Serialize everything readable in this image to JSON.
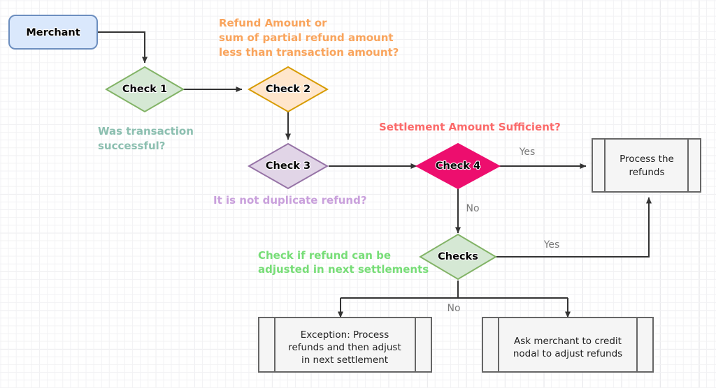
{
  "diagram": {
    "title": "Refund processing decision flowchart",
    "background": {
      "color": "#ffffff",
      "grid_minor": "#f2f2f4",
      "grid_major": "#e2e2e6"
    },
    "nodes": [
      {
        "id": "merchant",
        "label": "Merchant",
        "shape": "rounded-rectangle",
        "fill": "#dae8fc",
        "stroke": "#6c8ebf"
      },
      {
        "id": "check1",
        "label": "Check 1",
        "shape": "diamond",
        "fill": "#d5e8d4",
        "stroke": "#82b366"
      },
      {
        "id": "check2",
        "label": "Check 2",
        "shape": "diamond",
        "fill": "#ffe6cc",
        "stroke": "#d79b00"
      },
      {
        "id": "check3",
        "label": "Check 3",
        "shape": "diamond",
        "fill": "#e1d5e7",
        "stroke": "#9673a6"
      },
      {
        "id": "check4",
        "label": "Check 4",
        "shape": "diamond",
        "fill": "#ed0e6e",
        "stroke": "#ed0e6e"
      },
      {
        "id": "checks",
        "label": "Checks",
        "shape": "diamond",
        "fill": "#d5e8d4",
        "stroke": "#82b366"
      },
      {
        "id": "process",
        "label": "Process the\nrefunds",
        "shape": "predefined-process",
        "fill": "#f5f5f5",
        "stroke": "#666666"
      },
      {
        "id": "exception",
        "label": "Exception: Process\nrefunds and then adjust\nin next settlement",
        "shape": "predefined-process",
        "fill": "#f5f5f5",
        "stroke": "#666666"
      },
      {
        "id": "asknodal",
        "label": "Ask merchant to credit\nnodal to adjust refunds",
        "shape": "predefined-process",
        "fill": "#f5f5f5",
        "stroke": "#666666"
      }
    ],
    "node_labels": {
      "merchant": "Merchant",
      "check1": "Check 1",
      "check2": "Check 2",
      "check3": "Check 3",
      "check4": "Check 4",
      "checks": "Checks",
      "process_line1": "Process the",
      "process_line2": "refunds",
      "exception_line1": "Exception: Process",
      "exception_line2": "refunds and then adjust",
      "exception_line3": "in next settlement",
      "asknodal_line1": "Ask merchant to credit",
      "asknodal_line2": "nodal to adjust refunds"
    },
    "annotations": [
      {
        "id": "check2-note",
        "color": "#f9a45c",
        "lines": [
          "Refund Amount or",
          "sum of partial refund amount",
          "less than transaction amount?"
        ]
      },
      {
        "id": "check1-note",
        "color": "#8cbfb0",
        "lines": [
          "Was transaction",
          "successful?"
        ]
      },
      {
        "id": "check3-note",
        "color": "#c9a0dc",
        "lines": [
          "It is not duplicate refund?"
        ]
      },
      {
        "id": "check4-note",
        "color": "#fb6a6a",
        "lines": [
          "Settlement Amount Sufficient?"
        ]
      },
      {
        "id": "checks-note",
        "color": "#77dd77",
        "lines": [
          "Check if refund can be",
          "adjusted in next settlements"
        ]
      }
    ],
    "annotation_text": {
      "check2_l1": "Refund Amount or",
      "check2_l2": "sum of partial refund amount",
      "check2_l3": "less than transaction amount?",
      "check1_l1": "Was transaction",
      "check1_l2": "successful?",
      "check3_l1": "It is not duplicate refund?",
      "check4_l1": "Settlement Amount Sufficient?",
      "checks_l1": "Check if refund can be",
      "checks_l2": "adjusted in next settlements"
    },
    "edges": [
      {
        "id": "merchant-check1",
        "from": "merchant",
        "to": "check1",
        "label": ""
      },
      {
        "id": "check1-check2",
        "from": "check1",
        "to": "check2",
        "label": ""
      },
      {
        "id": "check2-check3",
        "from": "check2",
        "to": "check3",
        "label": ""
      },
      {
        "id": "check3-check4",
        "from": "check3",
        "to": "check4",
        "label": ""
      },
      {
        "id": "check4-process",
        "from": "check4",
        "to": "process",
        "label": "Yes"
      },
      {
        "id": "check4-checks",
        "from": "check4",
        "to": "checks",
        "label": "No"
      },
      {
        "id": "checks-process",
        "from": "checks",
        "to": "process",
        "label": "Yes"
      },
      {
        "id": "checks-exception",
        "from": "checks",
        "to": "exception",
        "label": "No"
      },
      {
        "id": "checks-asknodal",
        "from": "checks",
        "to": "asknodal",
        "label": "No"
      }
    ],
    "edge_labels": {
      "check4_yes": "Yes",
      "check4_no": "No",
      "checks_yes": "Yes",
      "checks_no": "No"
    }
  }
}
